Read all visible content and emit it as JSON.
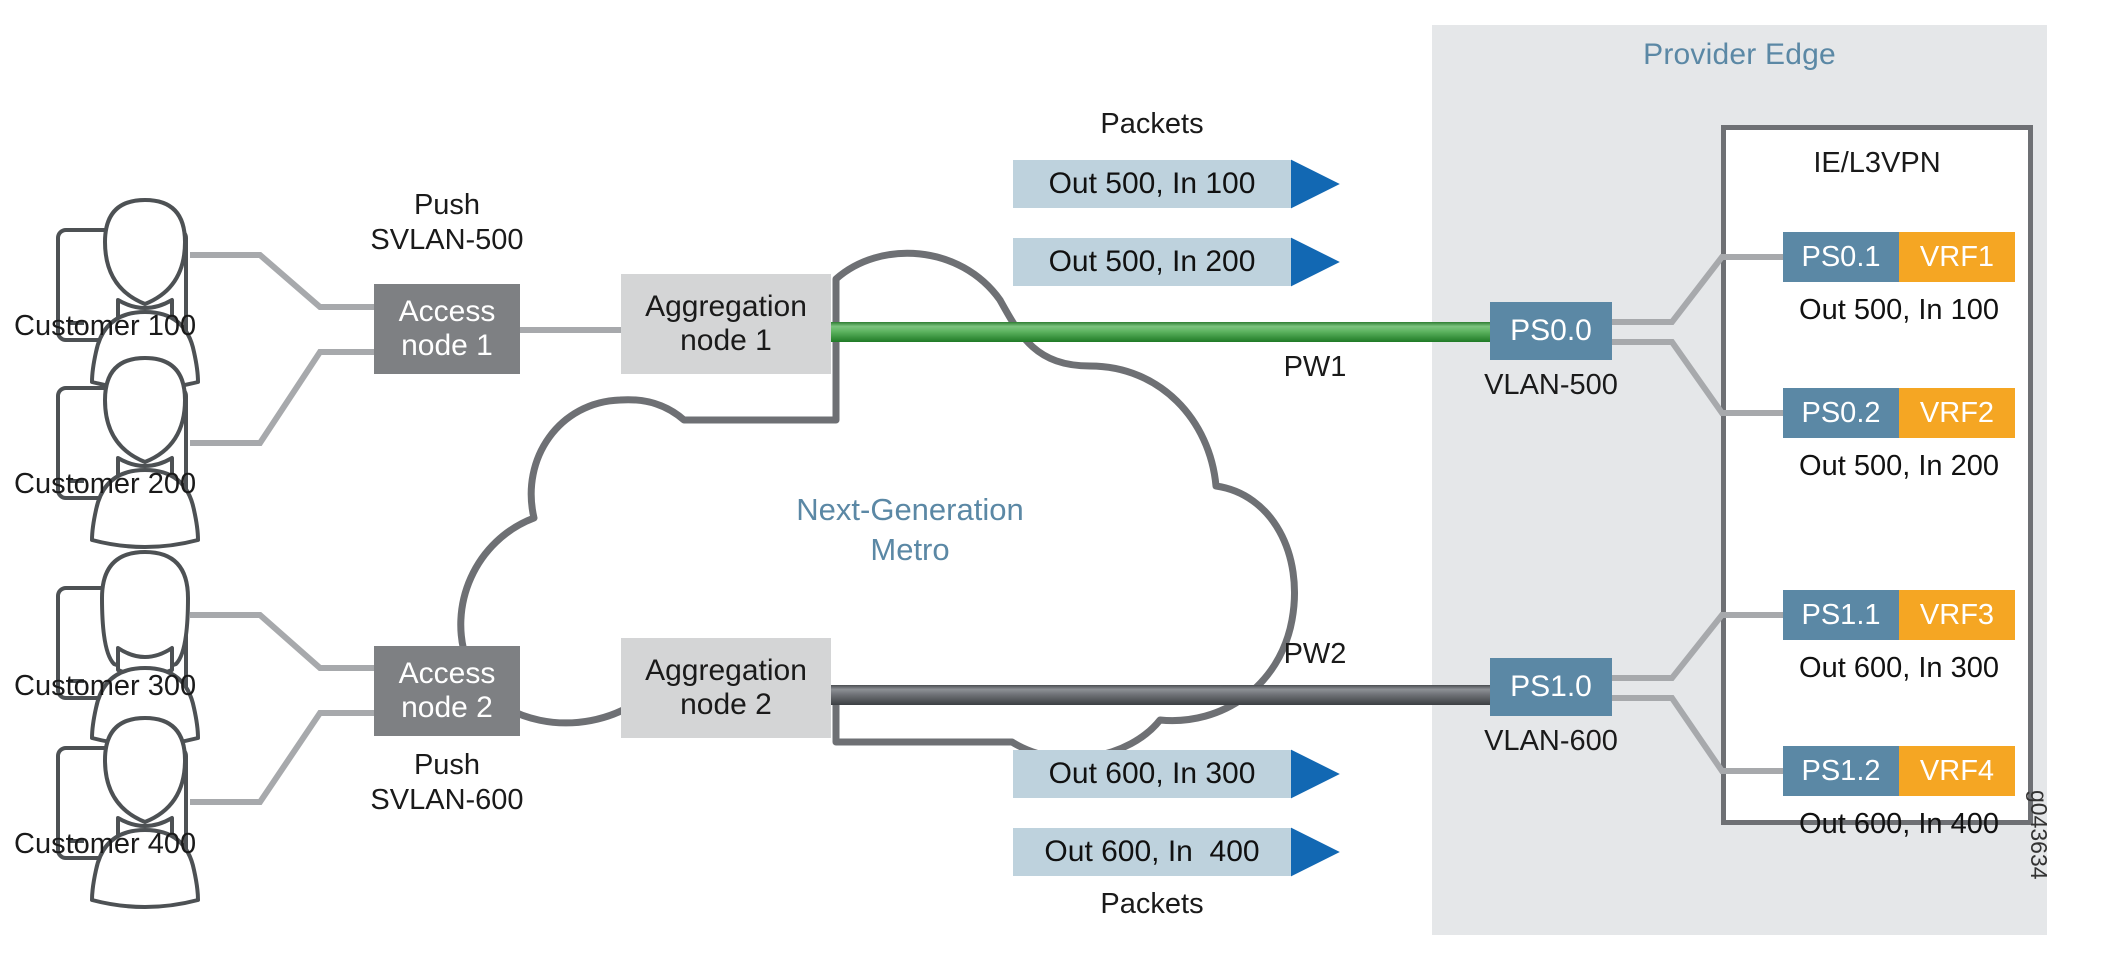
{
  "figure": {
    "id": "g043634",
    "type": "network-topology-diagram"
  },
  "colors": {
    "access_node_fill": "#7e8083",
    "aggregation_node_fill": "#d4d5d6",
    "ps_node_fill": "#5b88a5",
    "vrf_fill": "#f5a623",
    "packet_chip_fill": "#bed2dd",
    "arrow_blue": "#1268b3",
    "pw1_green": "#4caf50",
    "pw2_gray": "#5c5f63",
    "provider_edge_panel": "#e5e7e9",
    "accent_text_blue": "#5b88a5",
    "line_gray": "#a7a9ac",
    "cloud_outline": "#6e7074"
  },
  "customers": [
    {
      "label": "Customer 100",
      "icon": "user-monitor-icon"
    },
    {
      "label": "Customer 200",
      "icon": "user-monitor-icon"
    },
    {
      "label": "Customer 300",
      "icon": "user-monitor-icon"
    },
    {
      "label": "Customer 400",
      "icon": "user-monitor-icon"
    }
  ],
  "access_nodes": [
    {
      "label": "Access\nnode 1",
      "push_label": "Push\nSVLAN-500"
    },
    {
      "label": "Access\nnode 2",
      "push_label": "Push\nSVLAN-600"
    }
  ],
  "aggregation_nodes": [
    {
      "label": "Aggregation\nnode 1"
    },
    {
      "label": "Aggregation\nnode 2"
    }
  ],
  "cloud": {
    "label": "Next-Generation\nMetro"
  },
  "pseudowires": [
    {
      "label": "PW1",
      "color": "#4caf50"
    },
    {
      "label": "PW2",
      "color": "#5c5f63"
    }
  ],
  "packet_callouts": {
    "top": {
      "caption": "Packets",
      "items": [
        "Out 500, In 100",
        "Out 500, In 200"
      ],
      "arrow_icon": "arrow-right-icon"
    },
    "bottom": {
      "caption": "Packets",
      "items": [
        "Out 600, In 300",
        "Out 600, In  400"
      ],
      "arrow_icon": "arrow-right-icon"
    }
  },
  "provider_edge": {
    "title": "Provider Edge",
    "inner_box_title": "IE/L3VPN",
    "ps_nodes": [
      {
        "label": "PS0.0",
        "vlan": "VLAN-500"
      },
      {
        "label": "PS1.0",
        "vlan": "VLAN-600"
      }
    ],
    "vrfs": [
      {
        "ps": "PS0.1",
        "vrf": "VRF1",
        "tags": "Out 500, In 100"
      },
      {
        "ps": "PS0.2",
        "vrf": "VRF2",
        "tags": "Out 500, In 200"
      },
      {
        "ps": "PS1.1",
        "vrf": "VRF3",
        "tags": "Out 600, In 300"
      },
      {
        "ps": "PS1.2",
        "vrf": "VRF4",
        "tags": "Out 600, In 400"
      }
    ]
  }
}
